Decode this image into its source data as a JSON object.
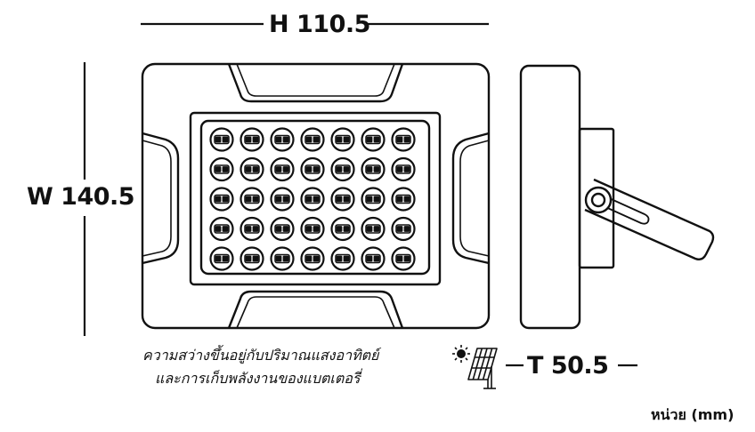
{
  "dimensions": {
    "height_label": "H 110.5",
    "width_label": "W 140.5",
    "thickness_label": "T 50.5"
  },
  "caption": {
    "line1": "ความสว่างขึ้นอยู่กับปริมาณแสงอาทิตย์",
    "line2": "และการเก็บพลังงานของแบตเตอรี่"
  },
  "unit_label": "หน่วย (mm)",
  "led_grid": {
    "rows": 5,
    "cols": 7
  },
  "icons": {
    "sun": "sun-icon",
    "solar_panel": "solar-panel-icon"
  },
  "colors": {
    "line": "#111111",
    "background": "#ffffff"
  }
}
